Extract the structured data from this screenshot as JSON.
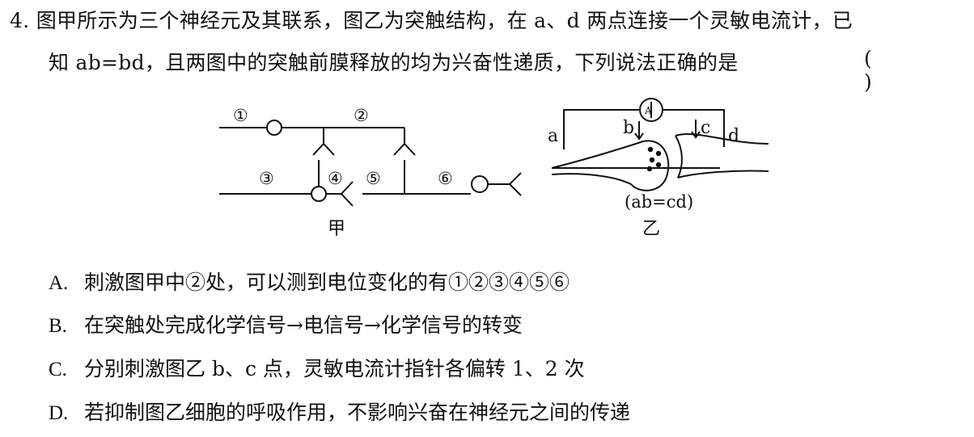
{
  "question": {
    "number": "4.",
    "line1": "图甲所示为三个神经元及其联系，图乙为突触结构，在 a、d 两点连接一个灵敏电流计，已",
    "line2": "知 ab=bd，且两图中的突触前膜释放的均为兴奋性递质，下列说法正确的是",
    "answer_paren": "( )"
  },
  "figure_jia": {
    "caption": "甲",
    "labels": [
      "①",
      "②",
      "③",
      "④",
      "⑤",
      "⑥"
    ]
  },
  "figure_yi": {
    "caption": "乙",
    "point_a": "a",
    "point_b": "b",
    "point_c": "c",
    "point_d": "d",
    "meter_symbol": "A",
    "note": "(ab=cd)"
  },
  "options": [
    {
      "letter": "A.",
      "text": "刺激图甲中②处，可以测到电位变化的有①②③④⑤⑥"
    },
    {
      "letter": "B.",
      "text": "在突触处完成化学信号→电信号→化学信号的转变"
    },
    {
      "letter": "C.",
      "text": "分别刺激图乙 b、c 点，灵敏电流计指针各偏转 1、2 次"
    },
    {
      "letter": "D.",
      "text": "若抑制图乙细胞的呼吸作用，不影响兴奋在神经元之间的传递"
    }
  ]
}
